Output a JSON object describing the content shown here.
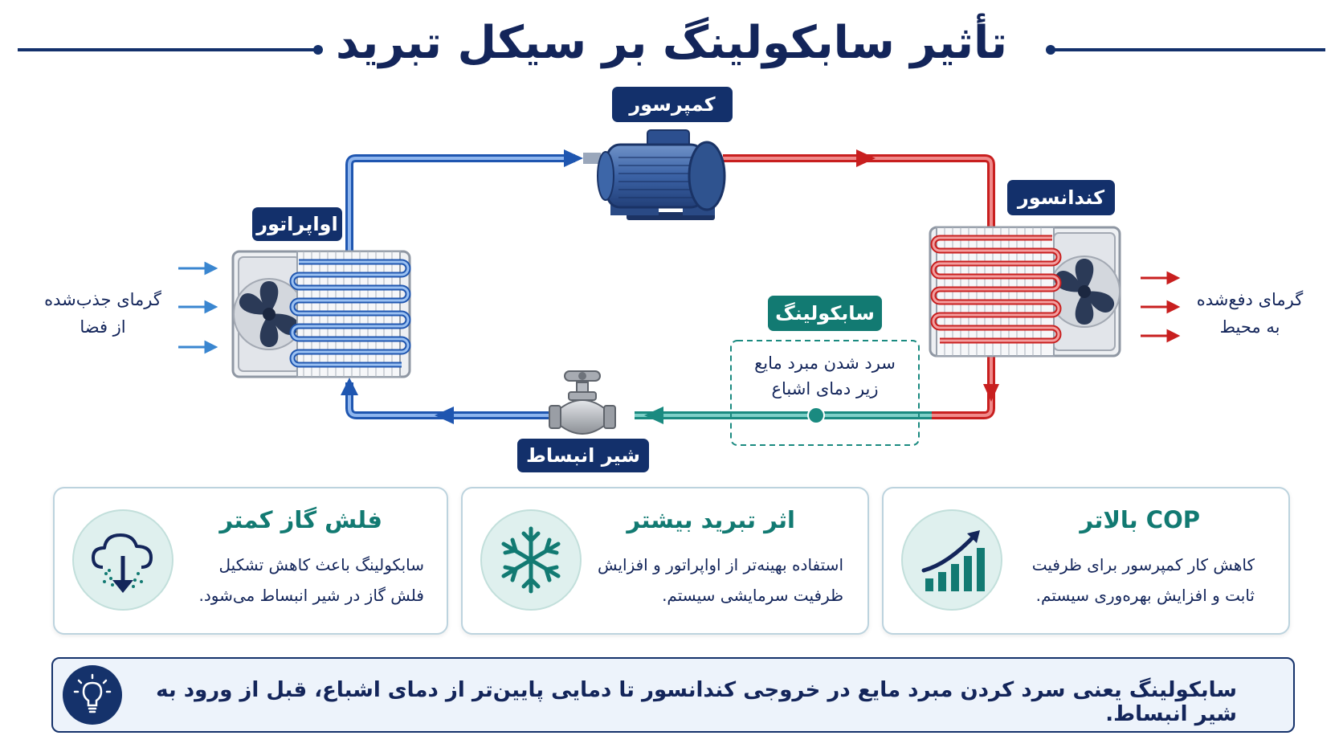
{
  "title": "تأثیر سابکولینگ بر سیکل تبرید",
  "components": {
    "compressor": "کمپرسور",
    "condenser": "کندانسور",
    "evaporator": "اواپراتور",
    "expansion_valve": "شیر انبساط",
    "subcooling": "سابکولینگ"
  },
  "heat_absorbed": [
    "گرمای جذب‌شده",
    "از فضا"
  ],
  "heat_rejected": [
    "گرمای دفع‌شده",
    "به محیط"
  ],
  "subcooling_note": [
    "سرد شدن مبرد مایع",
    "زیر دمای اشباع"
  ],
  "cards": [
    {
      "title": "فلش گاز کمتر",
      "lines": [
        "سابکولینگ باعث کاهش تشکیل",
        "فلش گاز در شیر انبساط می‌شود."
      ],
      "icon": "cloud-down-arrow-icon"
    },
    {
      "title": "اثر تبرید بیشتر",
      "lines": [
        "استفاده بهینه‌تر از اواپراتور و افزایش",
        "ظرفیت سرمایشی سیستم."
      ],
      "icon": "snowflake-icon"
    },
    {
      "title": "COP بالاتر",
      "lines": [
        "کاهش کار کمپرسور برای ظرفیت",
        "ثابت و افزایش بهره‌وری سیستم."
      ],
      "icon": "bar-chart-growth-icon"
    }
  ],
  "footer_note": "سابکولینگ یعنی سرد کردن مبرد مایع در خروجی کندانسور تا دمایی پایین‌تر از دمای اشباع، قبل از ورود به شیر انبساط.",
  "colors": {
    "navy": "#13306b",
    "teal": "#127a72",
    "hot_red": "#d32b2b",
    "cold_blue": "#2f63b8",
    "subcool_teal": "#1a8a80"
  }
}
